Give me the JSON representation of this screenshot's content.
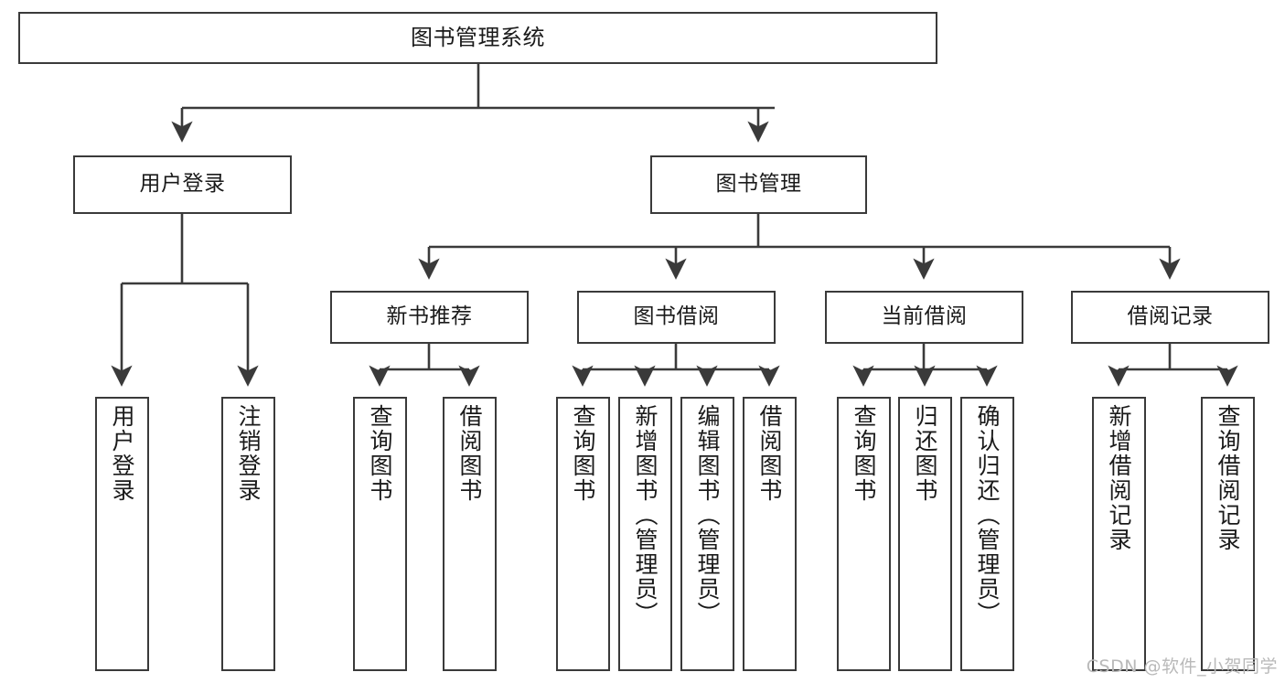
{
  "diagram": {
    "title": "图书管理系统",
    "watermark": "CSDN @软件_小贺同学",
    "colors": {
      "box_border": "#3a3a3a",
      "box_fill": "#ffffff",
      "connector": "#3a3a3a",
      "text": "#1a1a1a",
      "watermark": "#b9b9b9"
    },
    "levels": {
      "root": {
        "label": "图书管理系统"
      },
      "level2": [
        {
          "label": "用户登录"
        },
        {
          "label": "图书管理"
        }
      ],
      "level3": [
        {
          "label": "新书推荐"
        },
        {
          "label": "图书借阅"
        },
        {
          "label": "当前借阅"
        },
        {
          "label": "借阅记录"
        }
      ],
      "leaves": {
        "user_login": [
          {
            "label": "用户登录"
          },
          {
            "label": "注销登录"
          }
        ],
        "new_book_recommend": [
          {
            "label": "查询图书"
          },
          {
            "label": "借阅图书"
          }
        ],
        "book_borrow": [
          {
            "label": "查询图书"
          },
          {
            "label": "新增图书（管理员）"
          },
          {
            "label": "编辑图书（管理员）"
          },
          {
            "label": "借阅图书"
          }
        ],
        "current_borrow": [
          {
            "label": "查询图书"
          },
          {
            "label": "归还图书"
          },
          {
            "label": "确认归还（管理员）"
          }
        ],
        "borrow_record": [
          {
            "label": "新增借阅记录"
          },
          {
            "label": "查询借阅记录"
          }
        ]
      }
    }
  }
}
